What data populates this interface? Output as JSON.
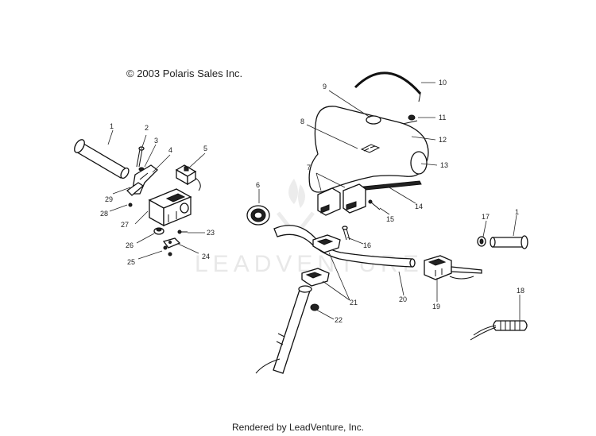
{
  "copyright": "© 2003 Polaris Sales Inc.",
  "footer": "Rendered by LeadVenture, Inc.",
  "watermark": "LEADVENTURE",
  "callouts": {
    "p1a": "1",
    "p2": "2",
    "p3": "3",
    "p4": "4",
    "p5": "5",
    "p6": "6",
    "p7": "7",
    "p8": "8",
    "p9": "9",
    "p10": "10",
    "p11": "11",
    "p12": "12",
    "p13": "13",
    "p14": "14",
    "p15": "15",
    "p16": "16",
    "p17": "17",
    "p1b": "1",
    "p18": "18",
    "p19": "19",
    "p20": "20",
    "p21": "21",
    "p22": "22",
    "p23": "23",
    "p24": "24",
    "p25": "25",
    "p26": "26",
    "p27": "27",
    "p28": "28",
    "p29": "29"
  }
}
